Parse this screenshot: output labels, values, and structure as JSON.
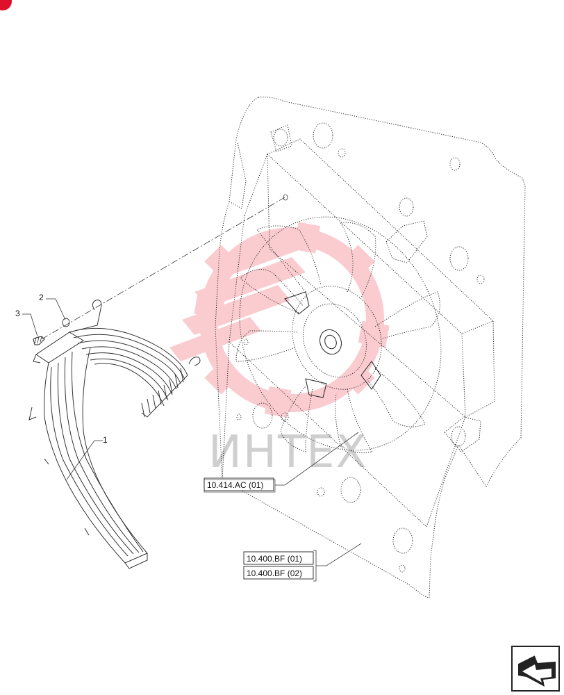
{
  "corner_badge": {
    "color": "#e0102a"
  },
  "watermark": {
    "text": "ИНТЕХ",
    "color": "#f4a7ad"
  },
  "callouts": [
    {
      "id": "1",
      "label": "1"
    },
    {
      "id": "2",
      "label": "2"
    },
    {
      "id": "3",
      "label": "3"
    }
  ],
  "references": [
    {
      "label": "10.414.AC (01)"
    },
    {
      "label": "10.400.BF (01)"
    },
    {
      "label": "10.400.BF (02)"
    }
  ],
  "nav": {
    "icon": "next-page-arrow-icon"
  }
}
